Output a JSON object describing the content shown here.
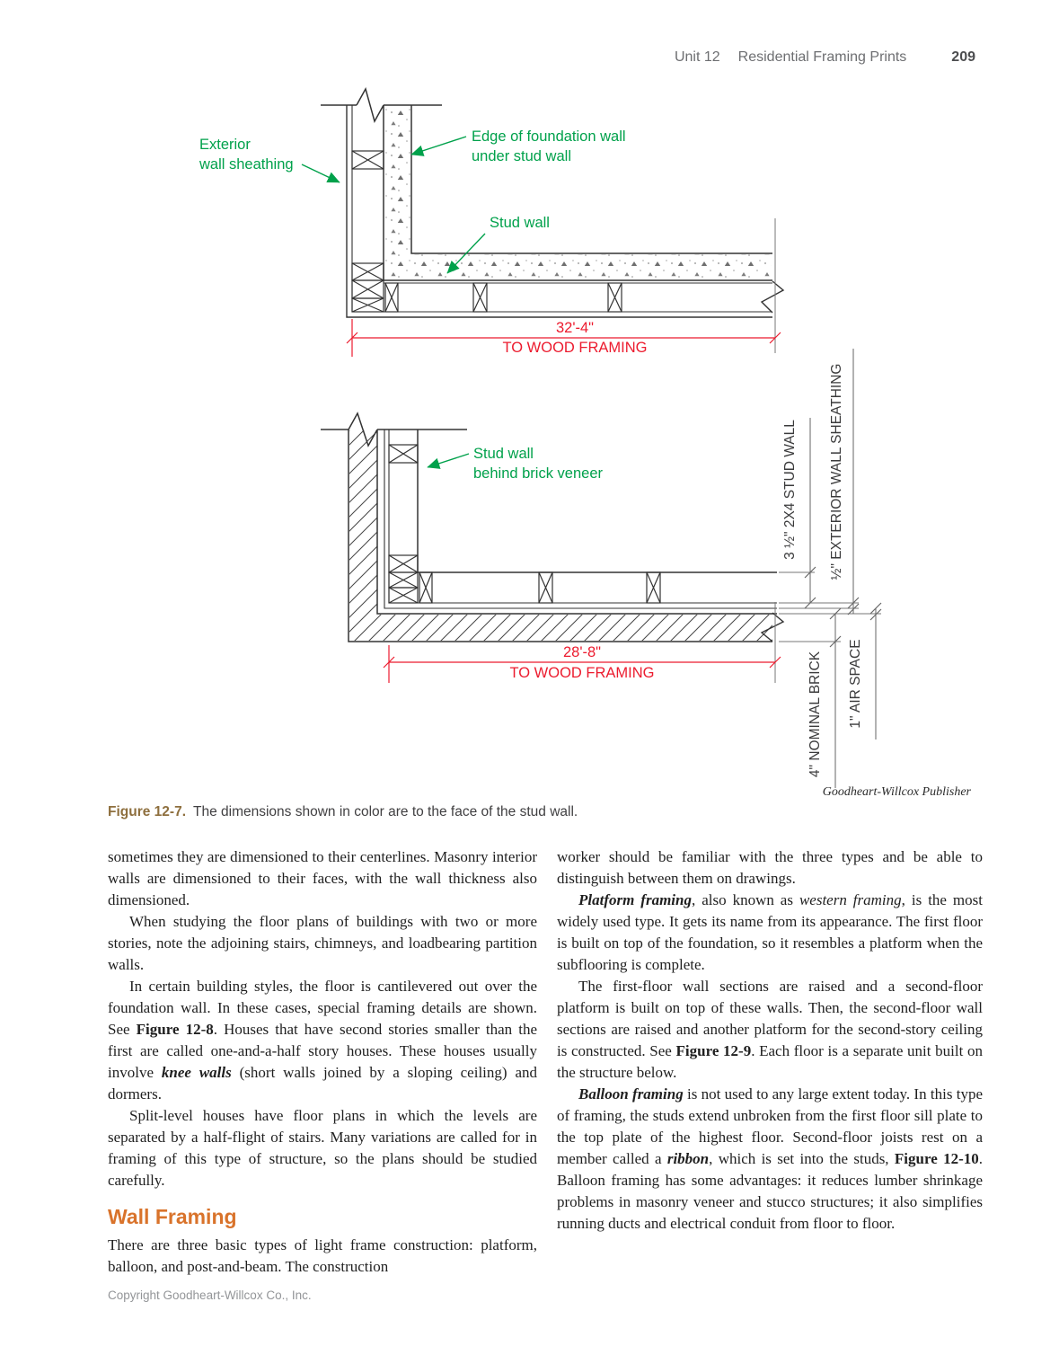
{
  "colors": {
    "green": "#00A14B",
    "red": "#EC1B2E",
    "heading_orange": "#D9732B",
    "caption_brown": "#8E6F3E"
  },
  "header": {
    "unit": "Unit 12",
    "title": "Residential Framing Prints",
    "page": "209"
  },
  "figure1": {
    "label_exterior": [
      "Exterior",
      "wall sheathing"
    ],
    "label_foundation": [
      "Edge of foundation wall",
      "under stud wall"
    ],
    "label_stud": "Stud wall",
    "dim_value": "32'-4\"",
    "dim_note": "TO WOOD FRAMING"
  },
  "figure2": {
    "label_stud": [
      "Stud wall",
      "behind brick veneer"
    ],
    "dim_value": "28'-8\"",
    "dim_note": "TO WOOD FRAMING",
    "dim_stud_wall": "3 ½\" 2X4 STUD WALL",
    "dim_sheathing": "½\" EXTERIOR WALL SHEATHING",
    "dim_brick": "4\" NOMINAL BRICK",
    "dim_air": "1\" AIR SPACE"
  },
  "credit": "Goodheart-Willcox Publisher",
  "caption": {
    "label": "Figure 12-7.",
    "text": "The dimensions shown in color are to the face of the stud wall."
  },
  "columns": {
    "left": [
      {
        "indent": false,
        "runs": [
          {
            "t": "sometimes they are dimensioned to their centerlines. Masonry interior walls are dimensioned to their faces, with the wall thickness also dimensioned."
          }
        ]
      },
      {
        "indent": true,
        "runs": [
          {
            "t": "When studying the floor plans of buildings with two or more stories, note the adjoining stairs, chimneys, and loadbearing partition walls."
          }
        ]
      },
      {
        "indent": true,
        "runs": [
          {
            "t": "In certain building styles, the floor is cantilevered out over the foundation wall. In these cases, special framing details are shown. See "
          },
          {
            "t": "Figure 12-8",
            "b": true
          },
          {
            "t": ". Houses that have second stories smaller than the first are called one-and-a-half story houses. These houses usually involve "
          },
          {
            "t": "knee walls",
            "b": true,
            "i": true
          },
          {
            "t": " (short walls joined by a sloping ceiling) and dormers."
          }
        ]
      },
      {
        "indent": true,
        "runs": [
          {
            "t": "Split-level houses have floor plans in which the levels are separated by a half-flight of stairs. Many variations are called for in framing of this type of structure, so the plans should be studied carefully."
          }
        ]
      }
    ],
    "left_heading": "Wall Framing",
    "left_after": [
      {
        "indent": false,
        "runs": [
          {
            "t": "There are three basic types of light frame construction: platform, balloon, and post-and-beam. The construction"
          }
        ]
      }
    ],
    "right": [
      {
        "indent": false,
        "runs": [
          {
            "t": "worker should be familiar with the three types and be able to distinguish between them on drawings."
          }
        ]
      },
      {
        "indent": true,
        "runs": [
          {
            "t": "Platform framing",
            "b": true,
            "i": true
          },
          {
            "t": ", also known as "
          },
          {
            "t": "western framing",
            "i": true
          },
          {
            "t": ", is the most widely used type. It gets its name from its appearance. The first floor is built on top of the foundation, so it resembles a platform when the subflooring is complete."
          }
        ]
      },
      {
        "indent": true,
        "runs": [
          {
            "t": "The first-floor wall sections are raised and a second-floor platform is built on top of these walls. Then, the second-floor wall sections are raised and another platform for the second-story ceiling is constructed. See "
          },
          {
            "t": "Figure 12-9",
            "b": true
          },
          {
            "t": ". Each floor is a separate unit built on the structure below."
          }
        ]
      },
      {
        "indent": true,
        "runs": [
          {
            "t": "Balloon framing",
            "b": true,
            "i": true
          },
          {
            "t": " is not used to any large extent today. In this type of framing, the studs extend unbroken from the first floor sill plate to the top plate of the highest floor. Second-floor joists rest on a member called a "
          },
          {
            "t": "ribbon",
            "b": true,
            "i": true
          },
          {
            "t": ", which is set into the studs, "
          },
          {
            "t": "Figure 12-10",
            "b": true
          },
          {
            "t": ". Balloon framing has some advantages: it reduces lumber shrinkage problems in masonry veneer and stucco structures; it also simplifies running ducts and electrical conduit from floor to floor."
          }
        ]
      }
    ]
  },
  "footer": "Copyright Goodheart-Willcox Co., Inc."
}
